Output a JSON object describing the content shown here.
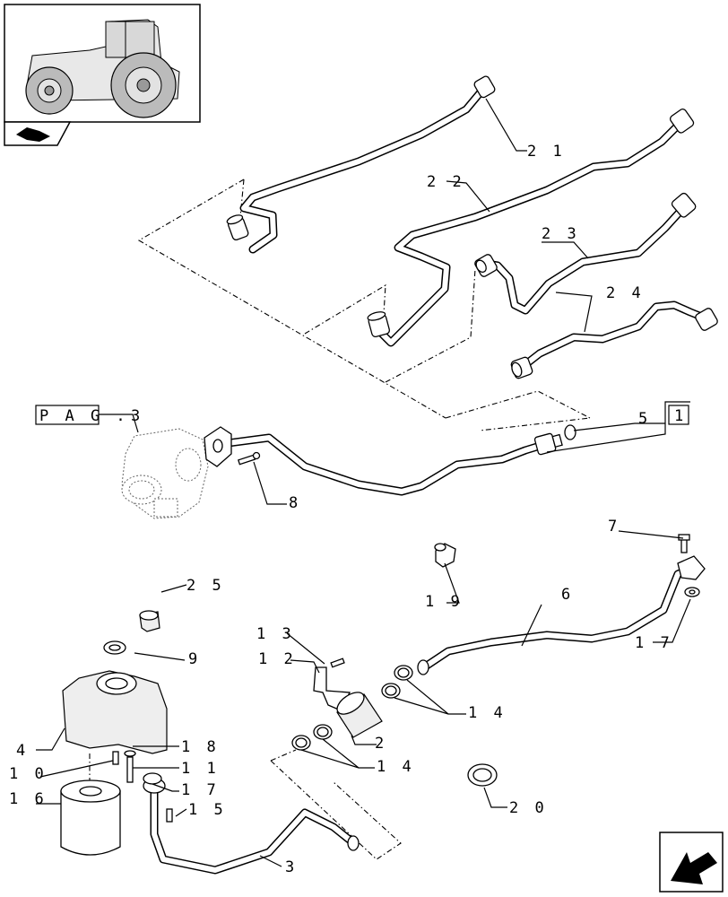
{
  "reference": {
    "page_prefix": "P A G .",
    "page_number": "3",
    "boxed_ref": "1"
  },
  "callouts": {
    "c2": "2",
    "c3": "3",
    "c4": "4",
    "c5": "5",
    "c6": "6",
    "c7": "7",
    "c8": "8",
    "c9": "9",
    "c10": "1 0",
    "c11": "1 1",
    "c12": "1 2",
    "c13": "1 3",
    "c14a": "1 4",
    "c14b": "1 4",
    "c15": "1 5",
    "c16": "1 6",
    "c17a": "1 7",
    "c17b": "1 7",
    "c18": "1 8",
    "c19": "1 9",
    "c20": "2 0",
    "c21": "2 1",
    "c22": "2 2",
    "c23": "2 3",
    "c24": "2 4",
    "c25": "2 5"
  },
  "icons": [
    "tractor-thumbnail-icon",
    "section-tab-icon",
    "next-page-arrow-icon"
  ]
}
